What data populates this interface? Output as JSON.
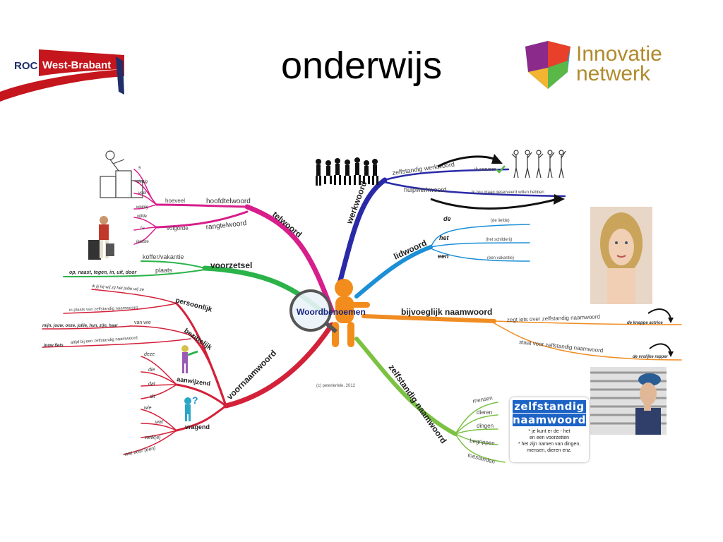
{
  "header": {
    "title": "onderwijs",
    "roc_logo": {
      "left": "ROC",
      "right": "West-Brabant",
      "red": "#c4161c",
      "navy": "#1f2f6a"
    },
    "innovatie_logo": {
      "line1": "Innovatie",
      "line2": "netwerk",
      "text_color": "#b08a2c"
    }
  },
  "mindmap": {
    "center": "Woordbenoemen",
    "copyright": "(c) peterlerlele, 2012",
    "branches": {
      "telwoord": {
        "label": "telwoord",
        "color": "#d71e8b",
        "hoofdtelwoord": "hoofdtelwoord",
        "hoeveel": "hoeveel",
        "hoeveel_items": [
          "5",
          "dertig",
          "veel",
          "weinig"
        ],
        "rangtelwoord": "rangtelwoord",
        "volgorde": "volgorde",
        "volgorde_items": [
          "vijfde",
          "1e",
          "laatste"
        ]
      },
      "voorzetsel": {
        "label": "voorzetsel",
        "color": "#2bb34a",
        "koffer": "koffer/vakantie",
        "plaats": "plaats",
        "examples": "op, naast, tegen, in, uit, door"
      },
      "voornaamwoord": {
        "label": "voornaamwoord",
        "color": "#d3213a",
        "persoonlijk": "persoonlijk",
        "persoonlijk_items": [
          "ik jij hij wij zij het jullie wij ze",
          "in plaats van zelfstandig naamwoord"
        ],
        "bezittelijk": "bezittelijk",
        "vanwie": "van wie",
        "bez_items": "mijn, jouw, onze, jullie, hun, zijn, haar",
        "altijd": "altijd bij een zelfstandig naamwoord",
        "jouw": "jouw fiets",
        "aanwijzend": "aanwijzend",
        "aanwijzend_items": [
          "deze",
          "die",
          "dat",
          "dit"
        ],
        "vragend": "vragend",
        "vragend_items": [
          "wie",
          "wat",
          "welk(e)",
          "wat voor (een)"
        ]
      },
      "werkwoord": {
        "label": "werkwoord",
        "color": "#2a2aa8",
        "zelfstandig": "zelfstandig werkwoord",
        "ikserveer": "ik serveer",
        "hulp": "hulpwerkwoord",
        "hulp_example": "ik zou graag geserveerd willen hebben"
      },
      "lidwoord": {
        "label": "lidwoord",
        "color": "#1c8fd6",
        "items": [
          {
            "word": "de",
            "example": "(de liefde)"
          },
          {
            "word": "het",
            "example": "(het schilderij)"
          },
          {
            "word": "een",
            "example": "(een vakantie)"
          }
        ]
      },
      "bijvoeglijk": {
        "label": "bijvoeglijk naamwoord",
        "color": "#f08c22",
        "zegt": "zegt iets over zelfstandig naamwoord",
        "ex1": "de knappe actrice",
        "staat": "staat voor zelfstandig naamwoord",
        "ex2": "de vrolijke rapper"
      },
      "zelfstandig_nw": {
        "label": "zelfstandig naamwoord",
        "color": "#7cc242",
        "items": [
          "mensen",
          "dieren",
          "dingen",
          "begrippen",
          "toestanden"
        ],
        "box_title1": "zelfstandig",
        "box_title2": "naamwoord",
        "box_note1": "* je kunt er de - het",
        "box_note2": "en een voorzetten",
        "box_note3": "* het zijn namen van dingen,",
        "box_note4": "mensen, dieren enz."
      }
    }
  }
}
